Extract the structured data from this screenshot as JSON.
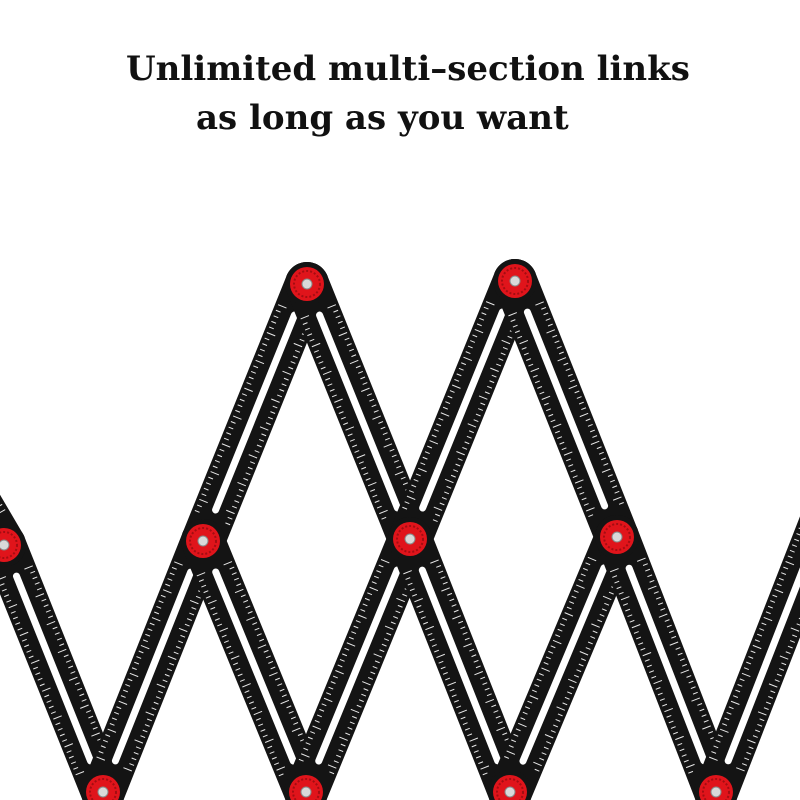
{
  "headline": {
    "line1": "Unlimited multi–section links",
    "line2": "as long as you want"
  },
  "colors": {
    "background": "#ffffff",
    "text": "#111111",
    "ruler_body": "#141414",
    "ruler_slot": "#ffffff",
    "ruler_marks": "#e8e8e8",
    "knob_red": "#e0141b",
    "knob_center": "#d9d9d9"
  },
  "product": {
    "name": "multi-section folding angle ruler",
    "icon": "folding-ruler-icon",
    "knob_icon": "red-pivot-knob-icon"
  }
}
